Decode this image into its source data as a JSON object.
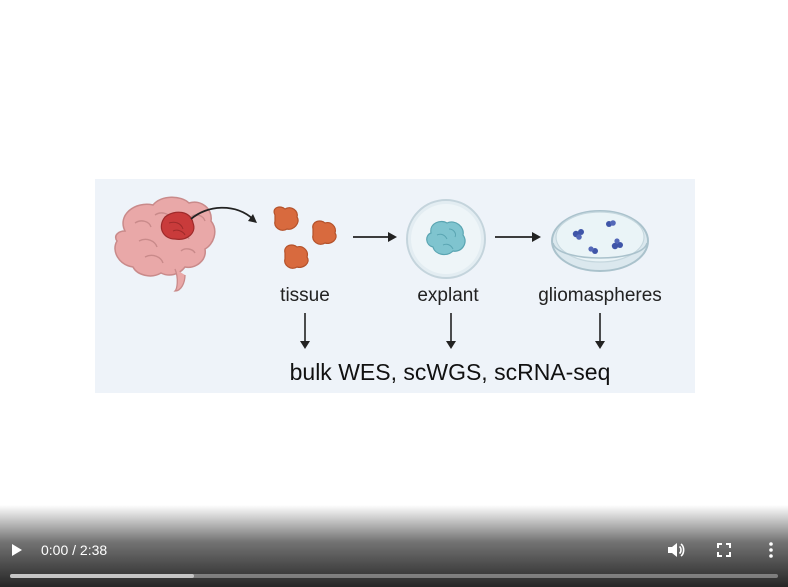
{
  "figure": {
    "stages": [
      {
        "label": "tissue"
      },
      {
        "label": "explant"
      },
      {
        "label": "gliomaspheres"
      }
    ],
    "assays_label": "bulk WES, scWGS, scRNA-seq",
    "colors": {
      "background": "#eef3f9",
      "brain": "#e9a8a8",
      "tumor": "#c93b3b",
      "tissue": "#d86a3e",
      "explant": "#7fc4cf",
      "spheres": "#3f55a8"
    }
  },
  "player": {
    "current_time": "0:00",
    "separator": "/",
    "duration": "2:38",
    "time_display": "0:00 / 2:38",
    "progress_fraction": 0,
    "buffered_fraction": 0.24,
    "icons": {
      "play": "play-icon",
      "volume": "volume-icon",
      "fullscreen": "fullscreen-icon",
      "more": "more-vert-icon"
    }
  }
}
